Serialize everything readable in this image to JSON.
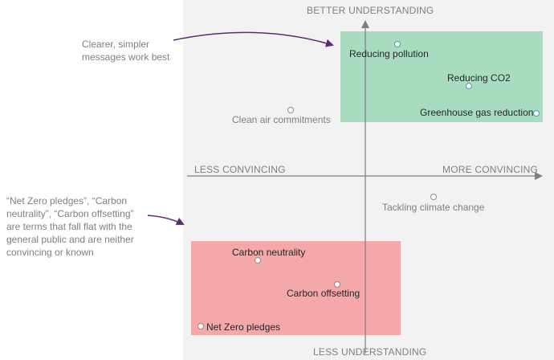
{
  "axes": {
    "top": "BETTER UNDERSTANDING",
    "bottom": "LESS UNDERSTANDING",
    "left": "LESS CONVINCING",
    "right": "MORE CONVINCING"
  },
  "annotations": {
    "top_note_line1": "Clearer, simpler",
    "top_note_line2": "messages work best",
    "bottom_note_line1": "“Net Zero pledges”, “Carbon",
    "bottom_note_line2": "neutrality”, “Carbon offsetting”",
    "bottom_note_line3": "are terms that fall flat with the",
    "bottom_note_line4": "general public and are neither",
    "bottom_note_line5": "convincing or known"
  },
  "points": {
    "reducing_pollution": "Reducing pollution",
    "reducing_co2": "Reducing CO2",
    "greenhouse_gas_reduction": "Greenhouse gas reduction",
    "clean_air_commitments": "Clean air commitments",
    "tackling_climate_change": "Tackling climate change",
    "carbon_neutrality": "Carbon neutrality",
    "carbon_offsetting": "Carbon offsetting",
    "net_zero_pledges": "Net Zero pledges"
  },
  "colors": {
    "green_zone": "#a8dcbf",
    "red_zone": "#f4a8a8",
    "arrow": "#5b2c6f",
    "axis": "#7f7f7f"
  }
}
